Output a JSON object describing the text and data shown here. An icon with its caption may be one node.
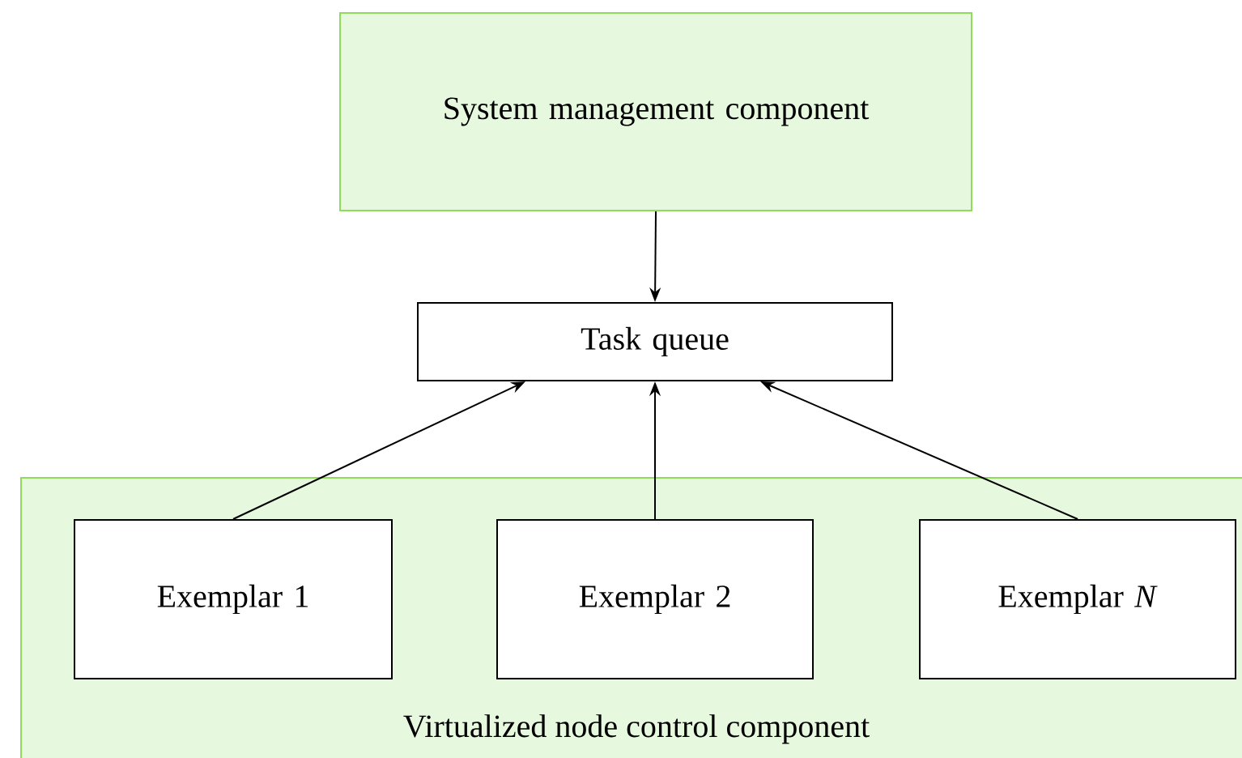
{
  "diagram": {
    "nodes": [
      {
        "text": [
          "System management component"
        ]
      },
      {
        "text": [
          "Task queue"
        ]
      },
      {
        "text": [
          "Virtualized node control component"
        ]
      },
      {
        "text": [
          "Exemplar 1"
        ],
        "in": 2
      },
      {
        "text": [
          "Exemplar 2"
        ],
        "in": 2
      },
      {
        "text": [
          "Exemplar *N*"
        ],
        "in": 2
      }
    ],
    "edges": [
      {
        "from": 0,
        "to": 1,
        "arrow": "to"
      },
      {
        "from": 3,
        "to": 1,
        "arrow": "to"
      },
      {
        "from": 4,
        "to": 1,
        "arrow": "to"
      },
      {
        "from": 5,
        "to": 1,
        "arrow": "to"
      }
    ]
  }
}
